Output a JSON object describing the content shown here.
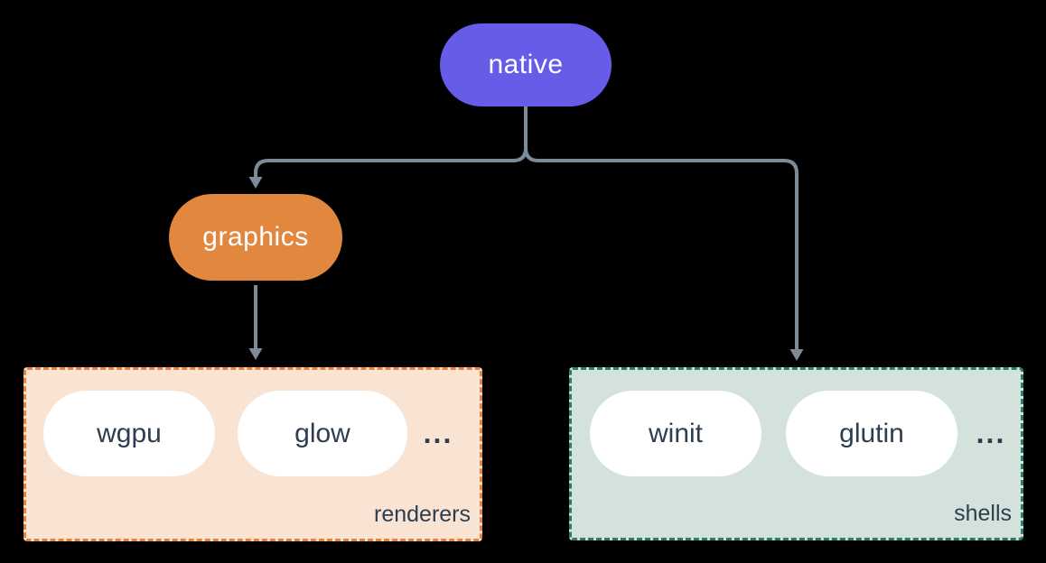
{
  "colors": {
    "canvas_bg": "#000000",
    "node_native_fill": "#675ce8",
    "node_graphics_fill": "#e2873e",
    "node_text": "#ffffff",
    "item_fill": "#ffffff",
    "item_text": "#2d3e50",
    "label_text": "#2d3e50",
    "connector": "#7d8b99",
    "renderers_bg": "#f9e4d4",
    "renderers_border": "#e8823a",
    "shells_bg": "#d4e2dc",
    "shells_border": "#2b7c6c"
  },
  "nodes": {
    "native": {
      "label": "native"
    },
    "graphics": {
      "label": "graphics"
    }
  },
  "groups": {
    "renderers": {
      "label": "renderers",
      "items": [
        "wgpu",
        "glow"
      ],
      "more": "..."
    },
    "shells": {
      "label": "shells",
      "items": [
        "winit",
        "glutin"
      ],
      "more": "..."
    }
  }
}
